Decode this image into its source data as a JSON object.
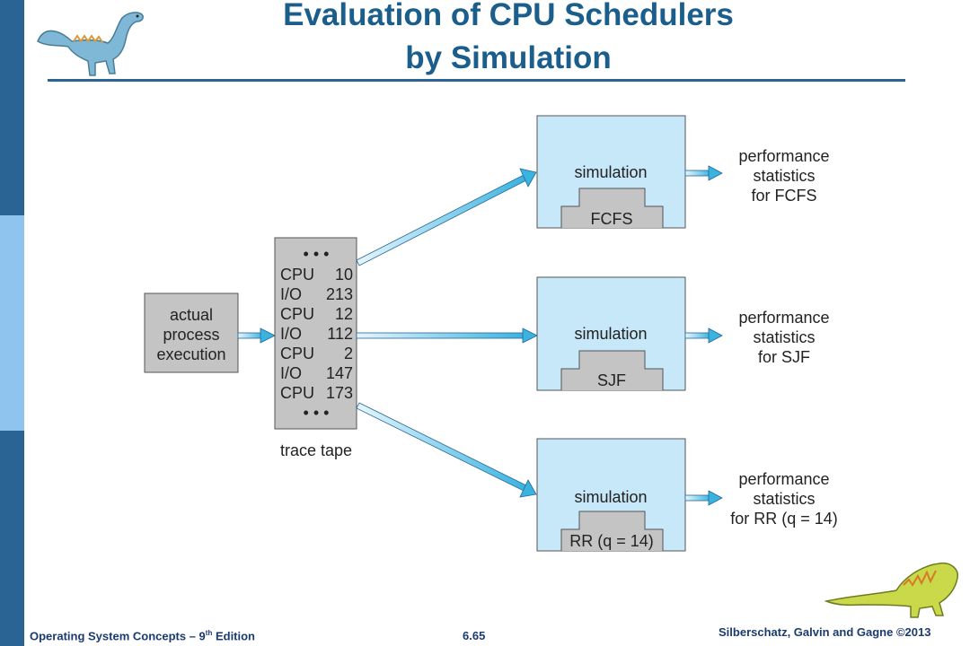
{
  "slide": {
    "title_line1": "Evaluation of CPU Schedulers",
    "title_line2": "by Simulation",
    "accent_color": "#2a6495",
    "title_color": "#1b5e8c"
  },
  "diagram": {
    "source_label": [
      "actual",
      "process",
      "execution"
    ],
    "tape": {
      "caption": "trace tape",
      "ellipsis": "• • •",
      "rows": [
        {
          "op": "CPU",
          "val": "10"
        },
        {
          "op": "I/O",
          "val": "213"
        },
        {
          "op": "CPU",
          "val": "12"
        },
        {
          "op": "I/O",
          "val": "112"
        },
        {
          "op": "CPU",
          "val": "2"
        },
        {
          "op": "I/O",
          "val": "147"
        },
        {
          "op": "CPU",
          "val": "173"
        }
      ]
    },
    "simulations": [
      {
        "label": "simulation",
        "algorithm": "FCFS",
        "output": [
          "performance",
          "statistics",
          "for FCFS"
        ]
      },
      {
        "label": "simulation",
        "algorithm": "SJF",
        "output": [
          "performance",
          "statistics",
          "for SJF"
        ]
      },
      {
        "label": "simulation",
        "algorithm": "RR (q = 14)",
        "output": [
          "performance",
          "statistics",
          "for RR (q = 14)"
        ]
      }
    ]
  },
  "footer": {
    "left_prefix": "Operating System Concepts – 9",
    "left_sup": "th",
    "left_suffix": " Edition",
    "page_number": "6.65",
    "right": "Silberschatz, Galvin and Gagne ©2013"
  },
  "icons": {
    "top_left": "dinosaur-icon",
    "bottom_right": "dinosaur-icon"
  }
}
